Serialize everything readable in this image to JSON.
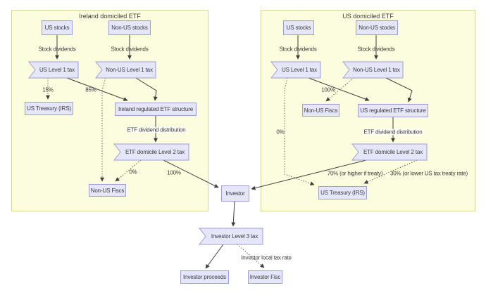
{
  "panels": {
    "ireland": {
      "title": "Ireland domiciled ETF"
    },
    "us": {
      "title": "US domiciled ETF"
    }
  },
  "nodes": {
    "ie_us_stocks": "US stocks",
    "ie_non_us_stocks": "Non-US stocks",
    "ie_us_l1": "US Level 1 tax",
    "ie_non_us_l1": "Non-US Level 1 tax",
    "ie_us_treasury": "US Treasury (IRS)",
    "ie_struct": "Ireland regulated ETF structure",
    "ie_l2": "ETF domicile Level 2 tax",
    "ie_non_us_fiscs": "Non-US Fiscs",
    "us_us_stocks": "US stocks",
    "us_non_us_stocks": "Non-US stocks",
    "us_us_l1": "US Level 1 tax",
    "us_non_us_l1": "Non-US Level 1 tax",
    "us_non_us_fiscs": "Non-US Fiscs",
    "us_struct": "US regulated ETF structure",
    "us_l2": "ETF domicile Level 2 tax",
    "us_treasury": "US Treasury (IRS)",
    "investor": "Investor",
    "investor_l3": "Investor Level 3 tax",
    "investor_proceeds": "Investor proceeds",
    "investor_fisc": "Investor Fisc"
  },
  "edge_labels": {
    "ie_stock_div_1": "Stock dividends",
    "ie_stock_div_2": "Stock dividends",
    "ie_pct_15": "15%",
    "ie_pct_85": "85%",
    "ie_etf_div": "ETF dividend distribution",
    "ie_pct_0": "0%",
    "ie_pct_100": "100%",
    "us_stock_div_1": "Stock dividends",
    "us_stock_div_2": "Stock dividends",
    "us_pct_100": "100%",
    "us_pct_0": "0%",
    "us_etf_div": "ETF dividend distribution",
    "us_pct_70": "70% (or higher if treaty)",
    "us_pct_30": "30% (or lower US tax treaty rate)",
    "investor_local": "Investor local tax rate"
  },
  "colors": {
    "panel_fill": "#fcfcdf",
    "panel_border": "#d6d69c",
    "node_fill": "#e6e6fa",
    "node_border": "#9e9ed6",
    "edge": "#3f3f3f",
    "text": "#3b3b3b"
  }
}
